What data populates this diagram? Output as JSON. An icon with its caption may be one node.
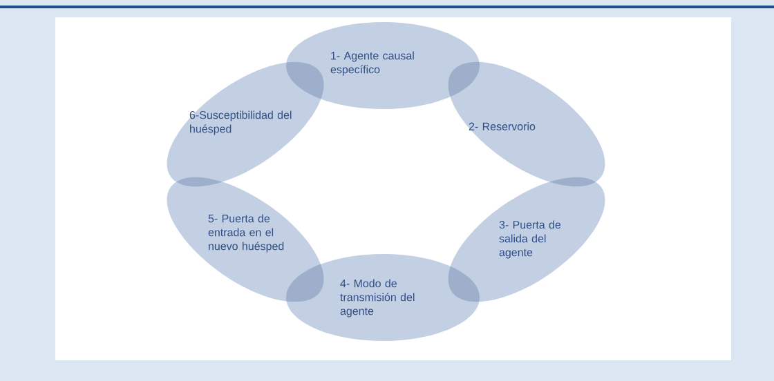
{
  "diagram": {
    "nodes": [
      {
        "text": [
          "1- Agente causal específico"
        ]
      },
      {
        "text": [
          "2- Reservorio"
        ]
      },
      {
        "text": [
          "3- Puerta de salida del agente"
        ]
      },
      {
        "text": [
          "4- Modo de transmisión del agente"
        ]
      },
      {
        "text": [
          "5- Puerta de entrada en el nuevo huésped"
        ]
      },
      {
        "text": [
          "6-Susceptibilidad del huésped"
        ]
      }
    ]
  }
}
